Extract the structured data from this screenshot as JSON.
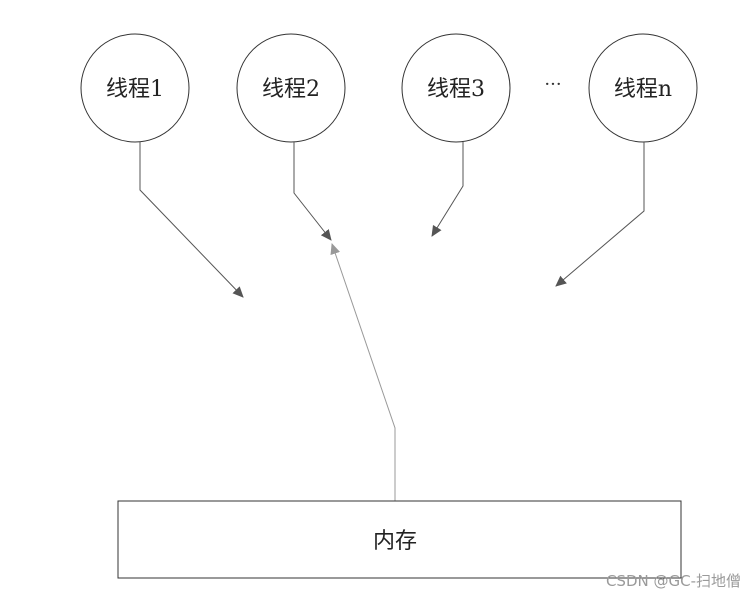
{
  "threads": [
    {
      "label": "线程1"
    },
    {
      "label": "线程2"
    },
    {
      "label": "线程3"
    },
    {
      "label": "线程n"
    }
  ],
  "ellipsis": "···",
  "memory": {
    "label": "内存"
  },
  "watermark": "CSDN @GC-扫地僧",
  "colors": {
    "stroke": "#333333",
    "arrow_dark": "#555555",
    "arrow_light": "#999999",
    "background": "#ffffff"
  }
}
